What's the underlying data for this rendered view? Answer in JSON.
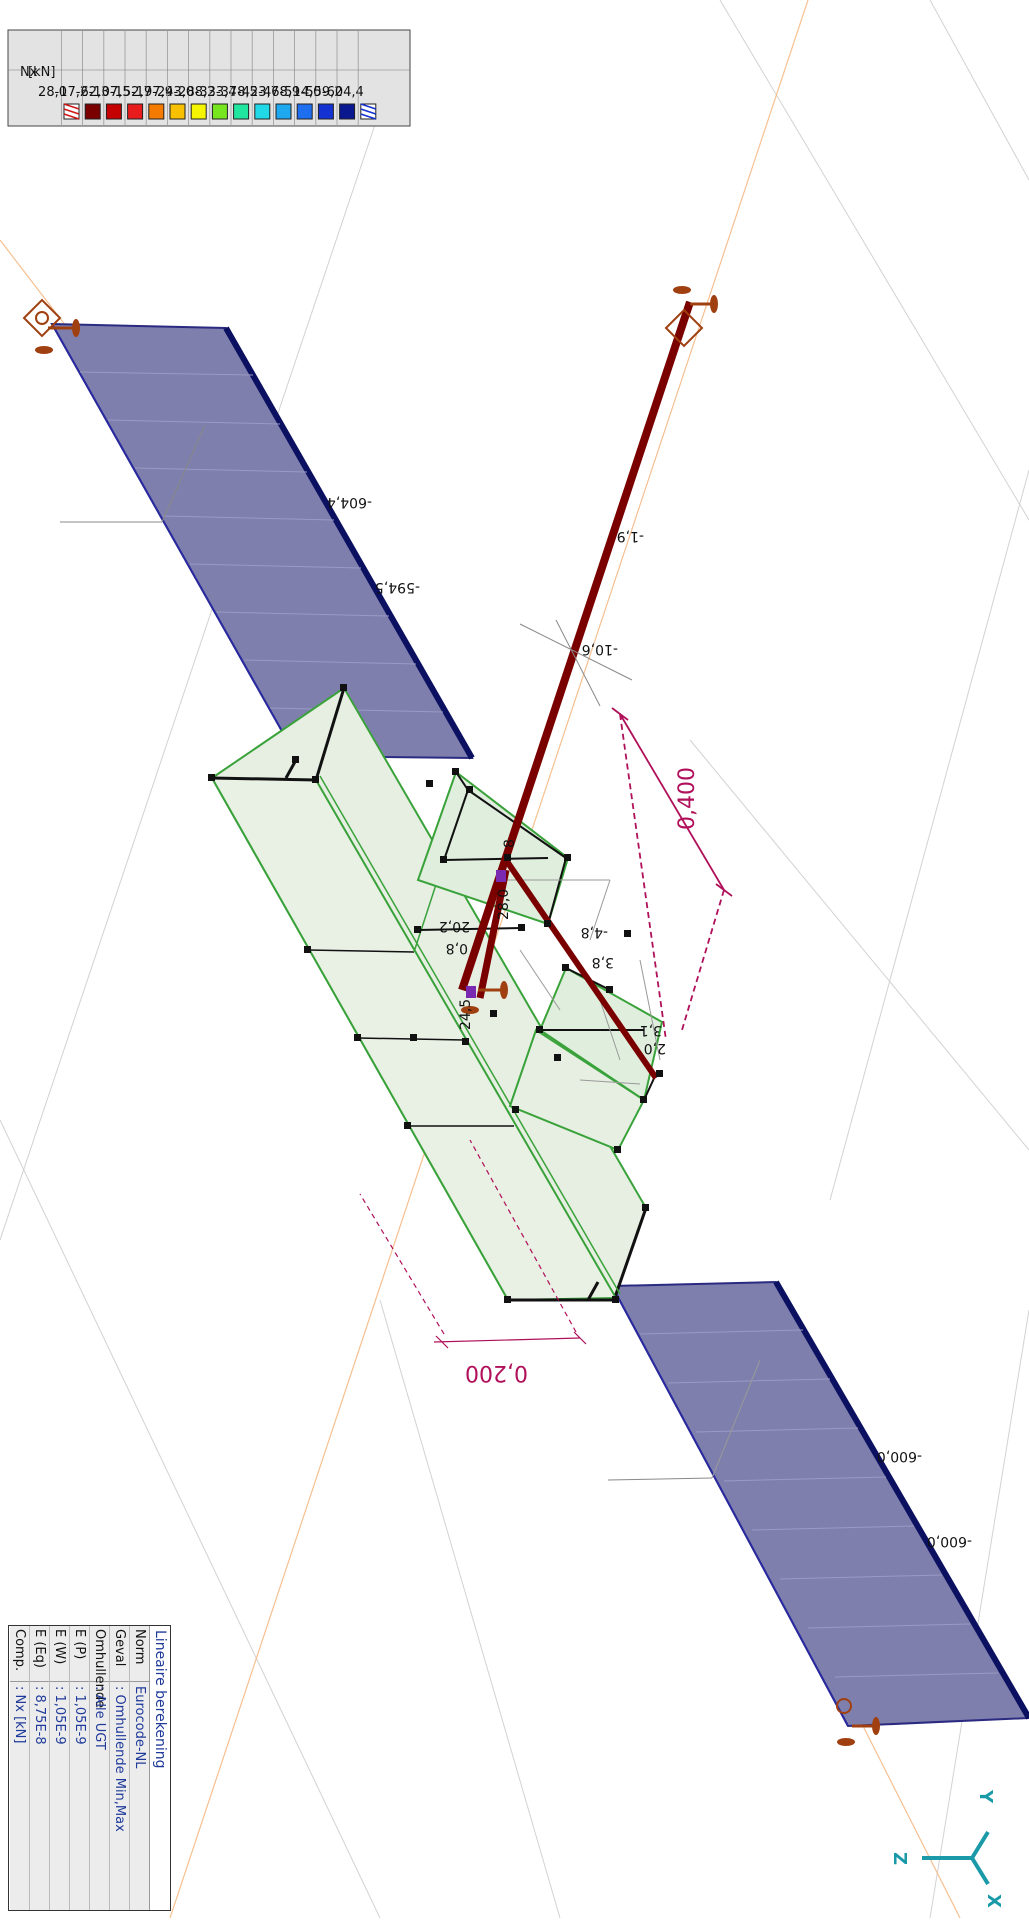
{
  "legend": {
    "header": "Nx",
    "unit": "[kN]",
    "entries": [
      {
        "value": "28,0",
        "color": "#ffffff"
      },
      {
        "value": "-17,2",
        "color": "#7a0000"
      },
      {
        "value": "-62,3",
        "color": "#c40000"
      },
      {
        "value": "-107,5",
        "color": "#e81c1c"
      },
      {
        "value": "-152,7",
        "color": "#f57a00"
      },
      {
        "value": "-197,9",
        "color": "#f7c000"
      },
      {
        "value": "-243,0",
        "color": "#f5f500"
      },
      {
        "value": "-288,2",
        "color": "#78e61e"
      },
      {
        "value": "-333,4",
        "color": "#20e6a0"
      },
      {
        "value": "-378,5",
        "color": "#20d8e6"
      },
      {
        "value": "-423,7",
        "color": "#1ea8f0"
      },
      {
        "value": "-468,9",
        "color": "#1e6ef0"
      },
      {
        "value": "-514,0",
        "color": "#1432d2"
      },
      {
        "value": "-559,2",
        "color": "#0a1890"
      },
      {
        "value": "-604,4",
        "color": "#ffffff"
      }
    ]
  },
  "info": {
    "title": "Lineaire berekening",
    "rows": [
      {
        "key": "Norm",
        "value": "Eurocode-NL"
      },
      {
        "key": "Geval",
        "value": ": Omhullende Min,Max"
      },
      {
        "key": "Omhullende",
        "value": ": Alle UGT"
      },
      {
        "key": "E (P)",
        "value": ": 1,05E-9"
      },
      {
        "key": "E (W)",
        "value": ": 1,05E-9"
      },
      {
        "key": "E (Eq)",
        "value": ": 8,75E-8"
      },
      {
        "key": "Comp.",
        "value": ": Nx [kN]"
      }
    ]
  },
  "axes": {
    "x": "X",
    "y": "Y",
    "z": "Z"
  },
  "dimensions": {
    "d1": "0,400",
    "d2": "0,200"
  },
  "force_labels": {
    "l1": "-604,4",
    "l2": "-594,5",
    "l3": "-1,9",
    "l4": "-10,6",
    "l5": "-600,0",
    "l6": "-600,0",
    "l7": "28,0",
    "l8": "20,2",
    "l9": "-4,8",
    "l10": "3,8",
    "l11": "3,1",
    "l12": "2,0",
    "l13": "0,8",
    "l14": "24,5",
    "l15": "8"
  },
  "colors": {
    "plate": "#7f7fae",
    "plate_edge": "#0b1160",
    "floor": "#e8f0e4",
    "floor_edge": "#3aa23a",
    "member": "#7a0000",
    "dim": "#b0105a",
    "support": "#a04010",
    "axis": "#1a9aa8"
  }
}
